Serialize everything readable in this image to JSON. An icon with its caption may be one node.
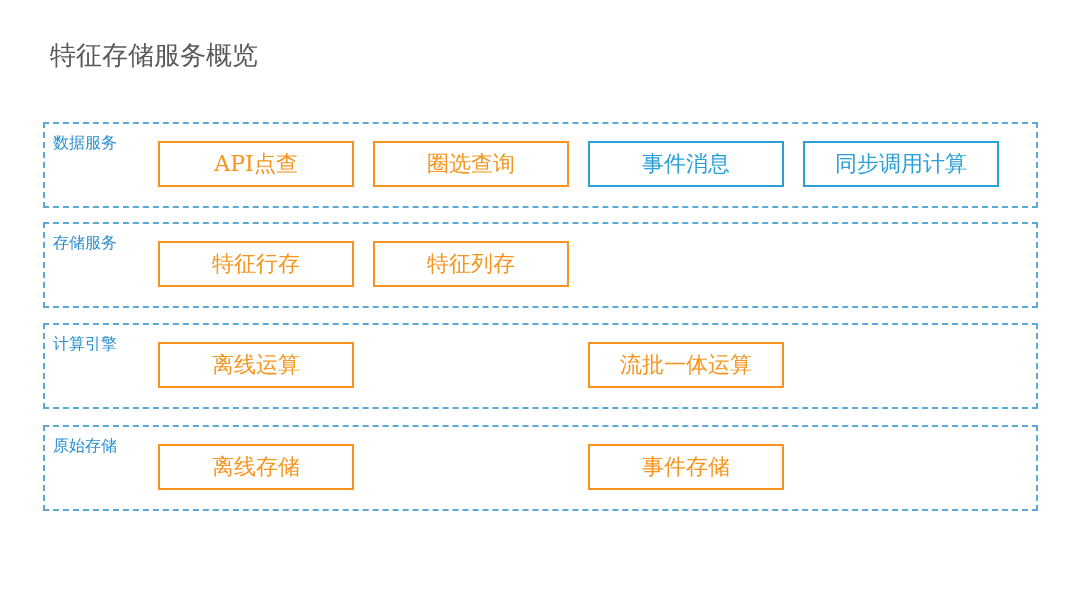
{
  "diagram": {
    "title": "特征存储服务概览",
    "nodes": [
      {
        "text": [
          "数据服务"
        ]
      },
      {
        "text": [
          "API点查"
        ],
        "in": 0
      },
      {
        "text": [
          "圈选查询"
        ],
        "in": 0
      },
      {
        "text": [
          "事件消息"
        ],
        "in": 0
      },
      {
        "text": [
          "同步调用计算"
        ],
        "in": 0
      },
      {
        "text": [
          "存储服务"
        ]
      },
      {
        "text": [
          "特征行存"
        ],
        "in": 5
      },
      {
        "text": [
          "特征列存"
        ],
        "in": 5
      },
      {
        "text": [
          "计算引擎"
        ]
      },
      {
        "text": [
          "离线运算"
        ],
        "in": 8
      },
      {
        "text": [
          "流批一体运算"
        ],
        "in": 8
      },
      {
        "text": [
          "原始存储"
        ]
      },
      {
        "text": [
          "离线存储"
        ],
        "in": 11
      },
      {
        "text": [
          "事件存储"
        ],
        "in": 11
      }
    ],
    "edges": []
  }
}
